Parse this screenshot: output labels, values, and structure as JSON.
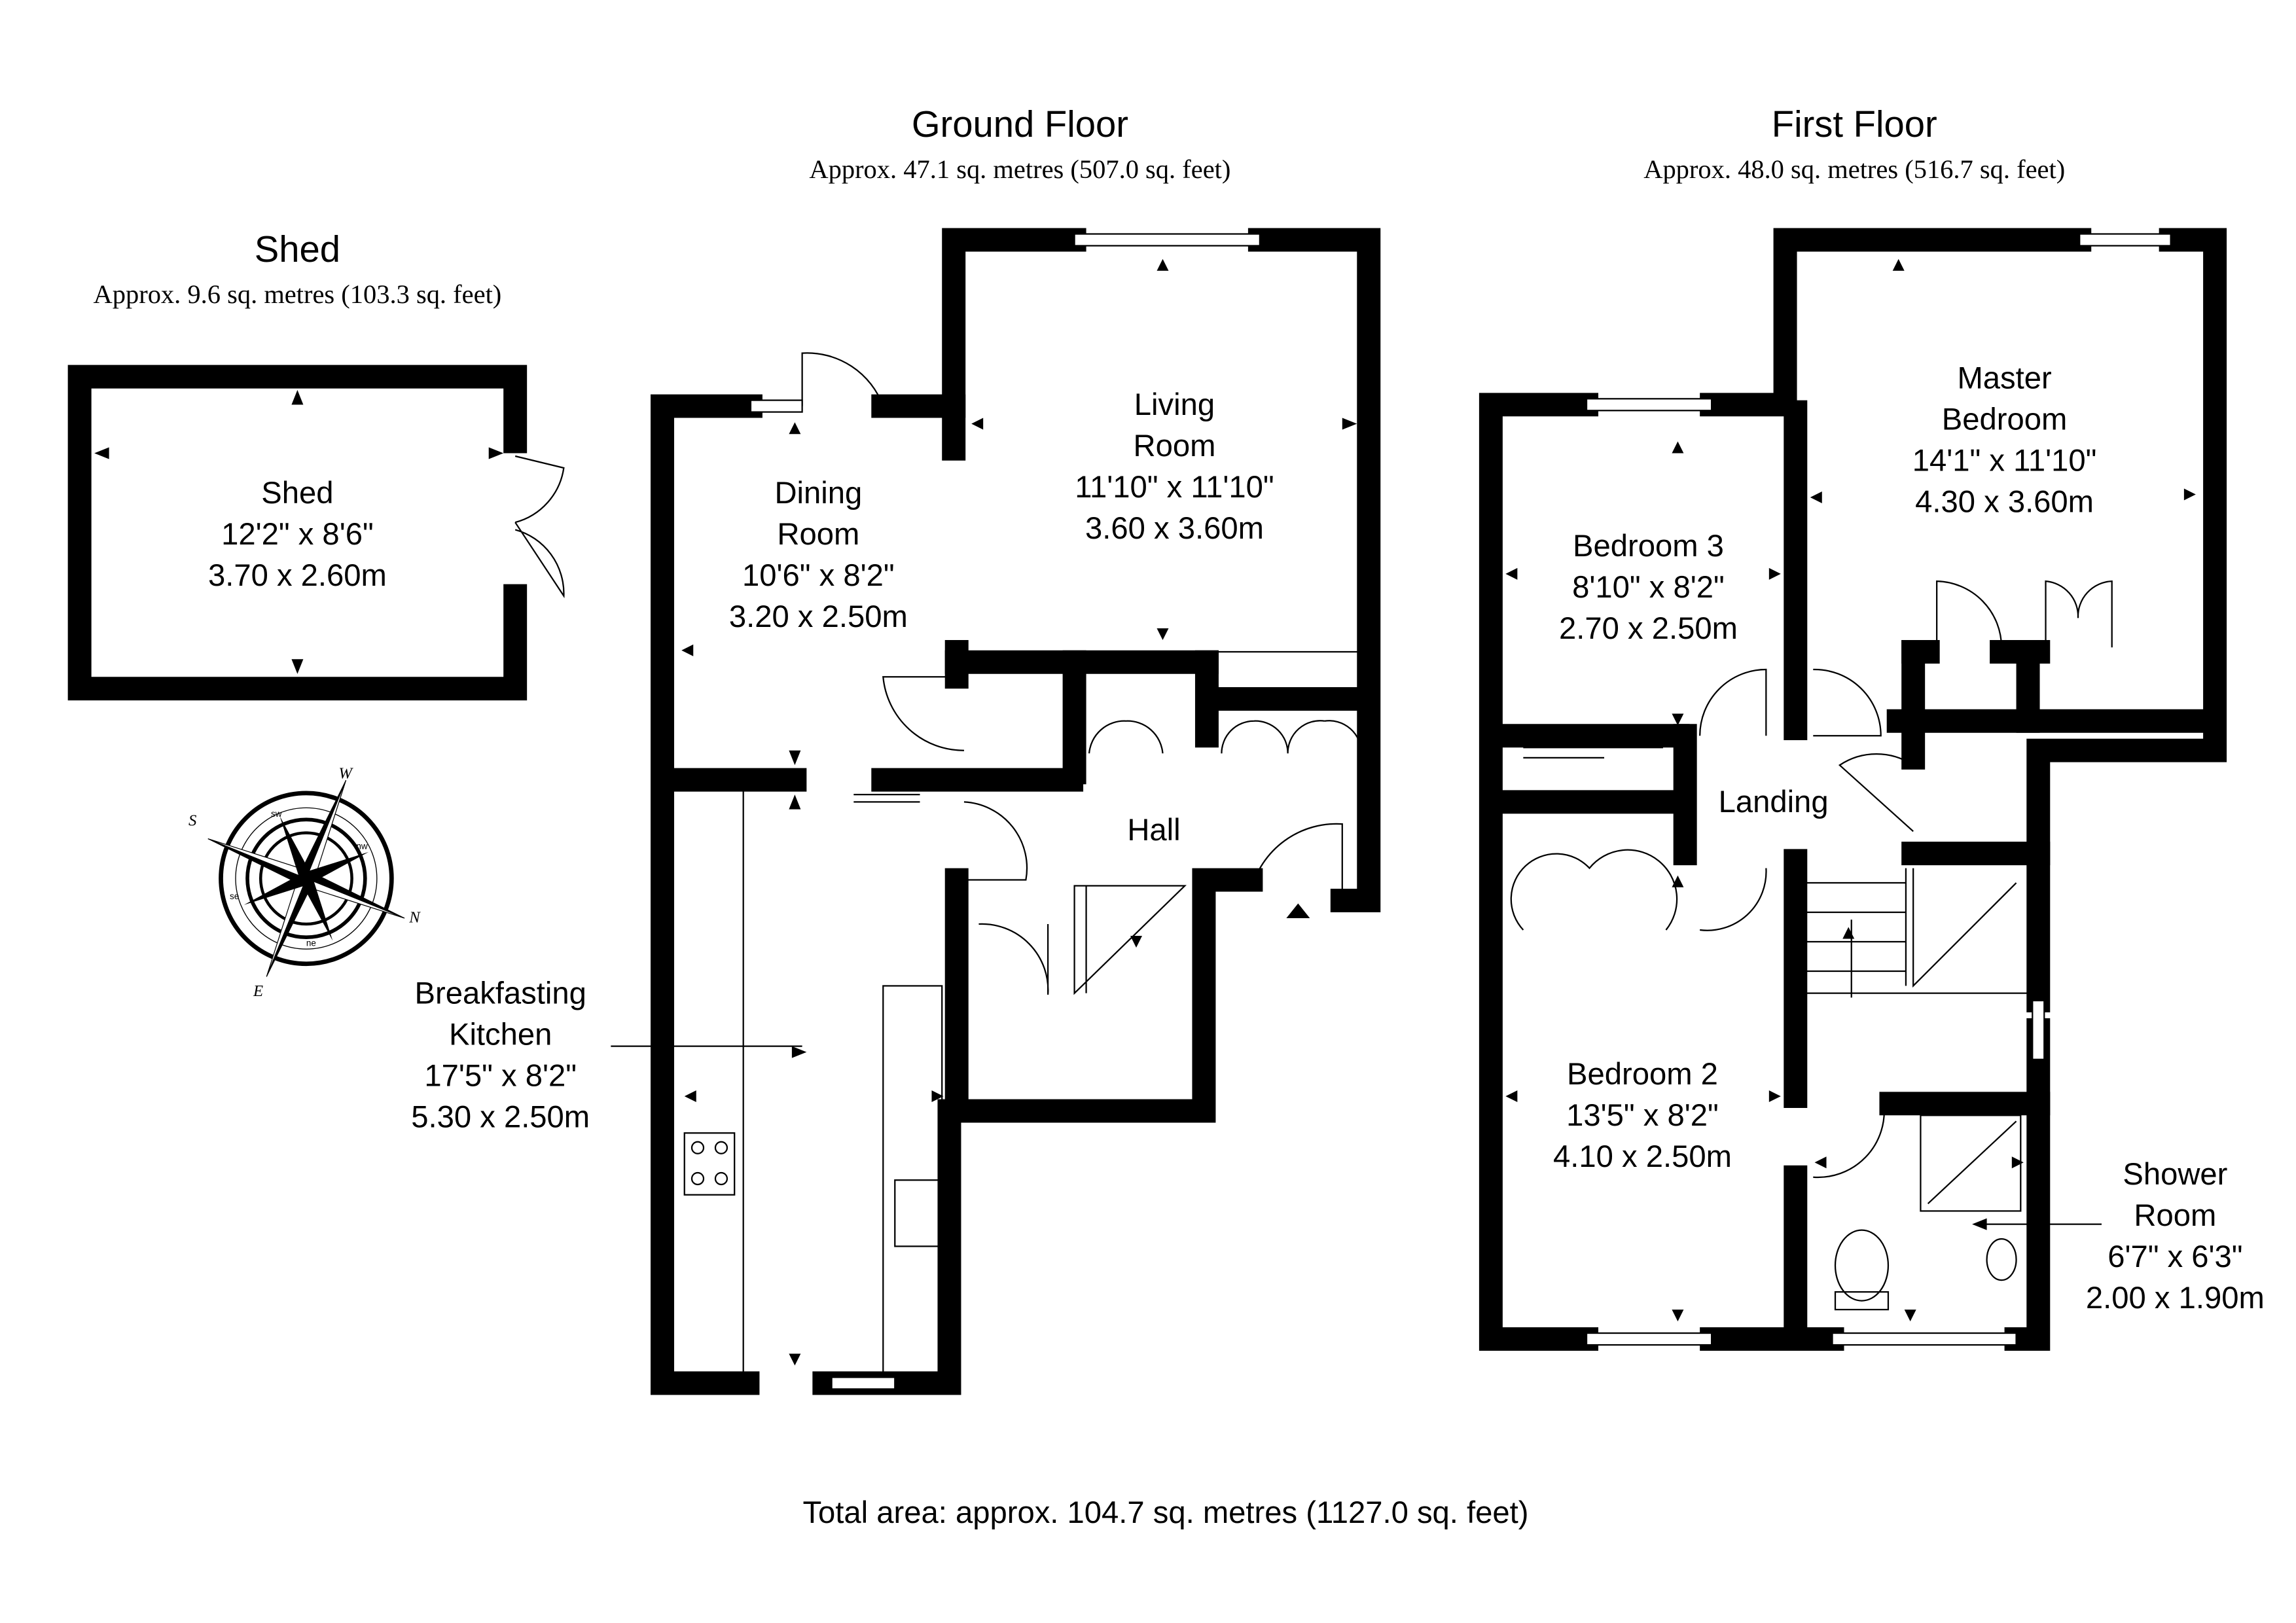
{
  "plan": {
    "total_area": "Total area: approx. 104.7 sq. metres (1127.0 sq. feet)",
    "floors": [
      {
        "title": "Ground Floor",
        "area": "Approx. 47.1 sq. metres (507.0 sq. feet)"
      },
      {
        "title": "First Floor",
        "area": "Approx. 48.0 sq. metres (516.7 sq. feet)"
      },
      {
        "title": "Shed",
        "area": "Approx. 9.6 sq. metres (103.3 sq. feet)"
      }
    ],
    "rooms": {
      "shed": {
        "name": "Shed",
        "imperial": "12'2\" x 8'6\"",
        "metric": "3.70 x 2.60m"
      },
      "dining": {
        "name1": "Dining",
        "name2": "Room",
        "imperial": "10'6\" x 8'2\"",
        "metric": "3.20 x 2.50m"
      },
      "living": {
        "name1": "Living",
        "name2": "Room",
        "imperial": "11'10\" x 11'10\"",
        "metric": "3.60 x 3.60m"
      },
      "hall": {
        "name": "Hall"
      },
      "kitchen": {
        "name1": "Breakfasting",
        "name2": "Kitchen",
        "imperial": "17'5\" x 8'2\"",
        "metric": "5.30 x 2.50m"
      },
      "bedroom3": {
        "name": "Bedroom 3",
        "imperial": "8'10\" x 8'2\"",
        "metric": "2.70 x 2.50m"
      },
      "master": {
        "name1": "Master",
        "name2": "Bedroom",
        "imperial": "14'1\" x 11'10\"",
        "metric": "4.30 x 3.60m"
      },
      "landing": {
        "name": "Landing"
      },
      "bedroom2": {
        "name": "Bedroom 2",
        "imperial": "13'5\" x 8'2\"",
        "metric": "4.10 x 2.50m"
      },
      "shower": {
        "name1": "Shower",
        "name2": "Room",
        "imperial": "6'7\" x 6'3\"",
        "metric": "2.00 x 1.90m"
      }
    },
    "compass": {
      "N": "N",
      "S": "S",
      "E": "E",
      "W": "W",
      "ne": "ne",
      "nw": "nw",
      "se": "se",
      "sw": "sw"
    }
  }
}
